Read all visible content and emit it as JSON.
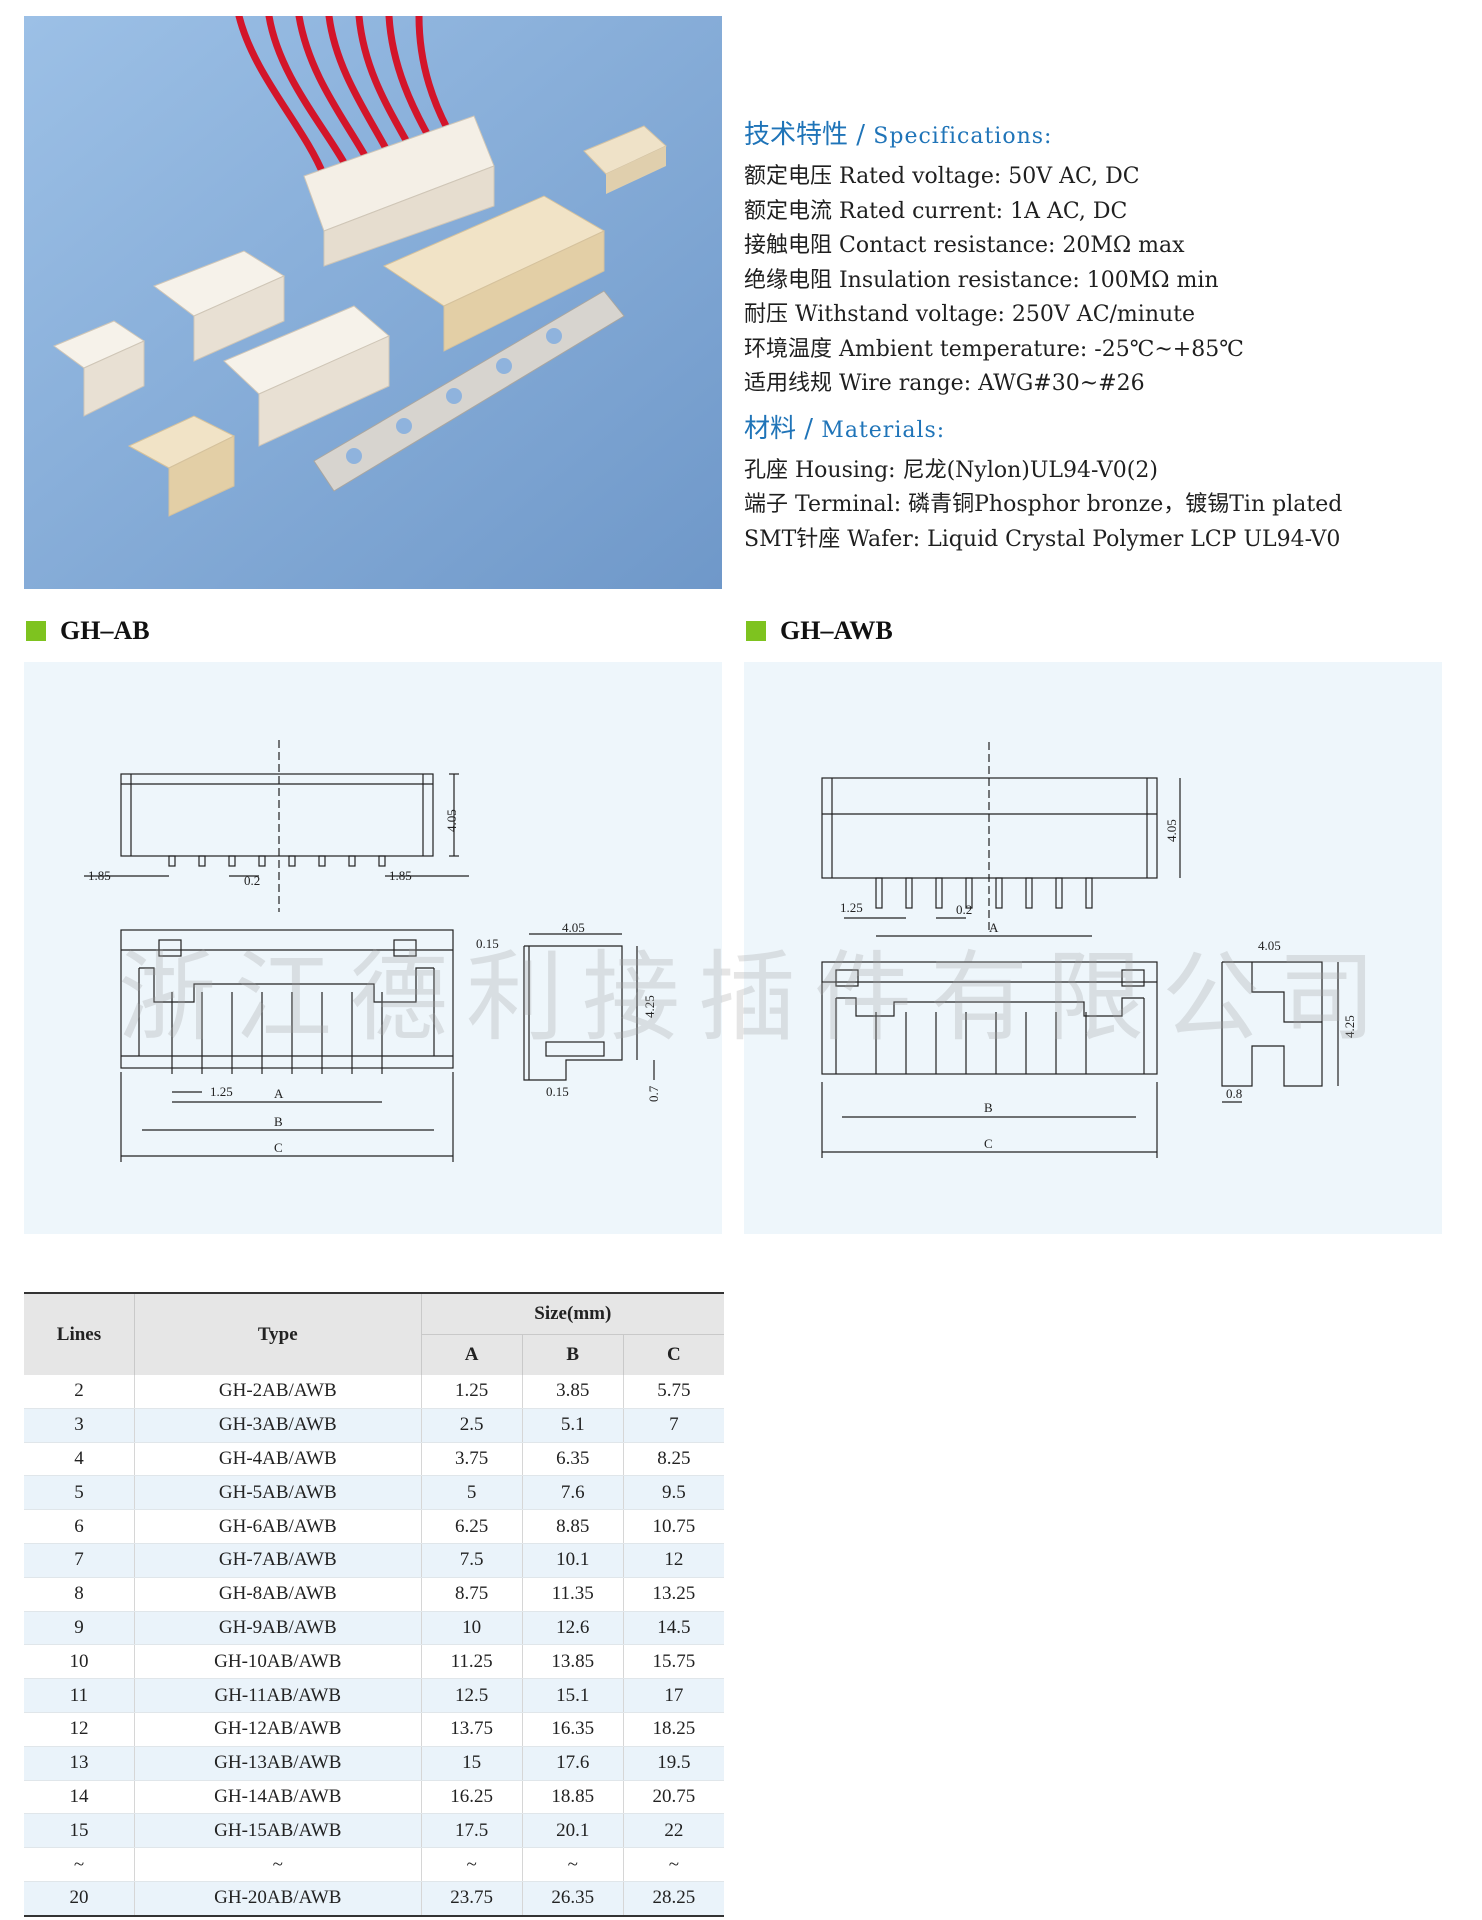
{
  "specs": {
    "title_cn": "技术特性 / ",
    "title_en": "Specifications:",
    "items": [
      "额定电压 Rated voltage:  50V AC, DC",
      "额定电流 Rated current:  1A AC, DC",
      "接触电阻 Contact resistance:  20MΩ max",
      "绝缘电阻 Insulation resistance:  100MΩ min",
      "耐压 Withstand voltage:  250V AC/minute",
      "环境温度 Ambient temperature:  -25℃~+85℃",
      "适用线规 Wire range:  AWG#30~#26"
    ]
  },
  "materials": {
    "title_cn": "材料 / ",
    "title_en": "Materials:",
    "items": [
      "孔座 Housing:  尼龙(Nylon)UL94-V0(2)",
      "端子 Terminal:  磷青铜Phosphor bronze，镀锡Tin plated",
      "SMT针座 Wafer:  Liquid Crystal Polymer LCP UL94-V0"
    ]
  },
  "models": {
    "left": "GH–AB",
    "right": "GH–AWB"
  },
  "drawing_left": {
    "dim_height": "4.05",
    "dim_side_left": "1.85",
    "dim_side_right": "1.85",
    "dim_gap": "0.2",
    "dim_top_small": "0.15",
    "dim_top_width": "4.05",
    "dim_side_height": "4.25",
    "dim_bottom_small": "0.15",
    "dim_bottom_height": "0.7",
    "dim_pitch": "1.25",
    "label_a": "A",
    "label_b": "B",
    "label_c": "C"
  },
  "drawing_right": {
    "dim_height": "4.05",
    "dim_pitch": "1.25",
    "dim_gap": "0.2",
    "label_a": "A",
    "dim_top_width": "4.05",
    "dim_side_height": "4.25",
    "dim_bottom": "0.8",
    "label_b": "B",
    "label_c": "C"
  },
  "watermark": "浙江德利接插件有限公司",
  "table": {
    "headers": {
      "lines": "Lines",
      "type": "Type",
      "size": "Size(mm)",
      "a": "A",
      "b": "B",
      "c": "C"
    },
    "rows": [
      [
        "2",
        "GH-2AB/AWB",
        "1.25",
        "3.85",
        "5.75"
      ],
      [
        "3",
        "GH-3AB/AWB",
        "2.5",
        "5.1",
        "7"
      ],
      [
        "4",
        "GH-4AB/AWB",
        "3.75",
        "6.35",
        "8.25"
      ],
      [
        "5",
        "GH-5AB/AWB",
        "5",
        "7.6",
        "9.5"
      ],
      [
        "6",
        "GH-6AB/AWB",
        "6.25",
        "8.85",
        "10.75"
      ],
      [
        "7",
        "GH-7AB/AWB",
        "7.5",
        "10.1",
        "12"
      ],
      [
        "8",
        "GH-8AB/AWB",
        "8.75",
        "11.35",
        "13.25"
      ],
      [
        "9",
        "GH-9AB/AWB",
        "10",
        "12.6",
        "14.5"
      ],
      [
        "10",
        "GH-10AB/AWB",
        "11.25",
        "13.85",
        "15.75"
      ],
      [
        "11",
        "GH-11AB/AWB",
        "12.5",
        "15.1",
        "17"
      ],
      [
        "12",
        "GH-12AB/AWB",
        "13.75",
        "16.35",
        "18.25"
      ],
      [
        "13",
        "GH-13AB/AWB",
        "15",
        "17.6",
        "19.5"
      ],
      [
        "14",
        "GH-14AB/AWB",
        "16.25",
        "18.85",
        "20.75"
      ],
      [
        "15",
        "GH-15AB/AWB",
        "17.5",
        "20.1",
        "22"
      ],
      [
        "~",
        "~",
        "~",
        "~",
        "~"
      ],
      [
        "20",
        "GH-20AB/AWB",
        "23.75",
        "26.35",
        "28.25"
      ]
    ]
  },
  "colors": {
    "accent": "#1f74b8",
    "marker": "#7ec31f",
    "photo_bg": "#8fb3dd",
    "panel_bg": "#eef6fb"
  }
}
